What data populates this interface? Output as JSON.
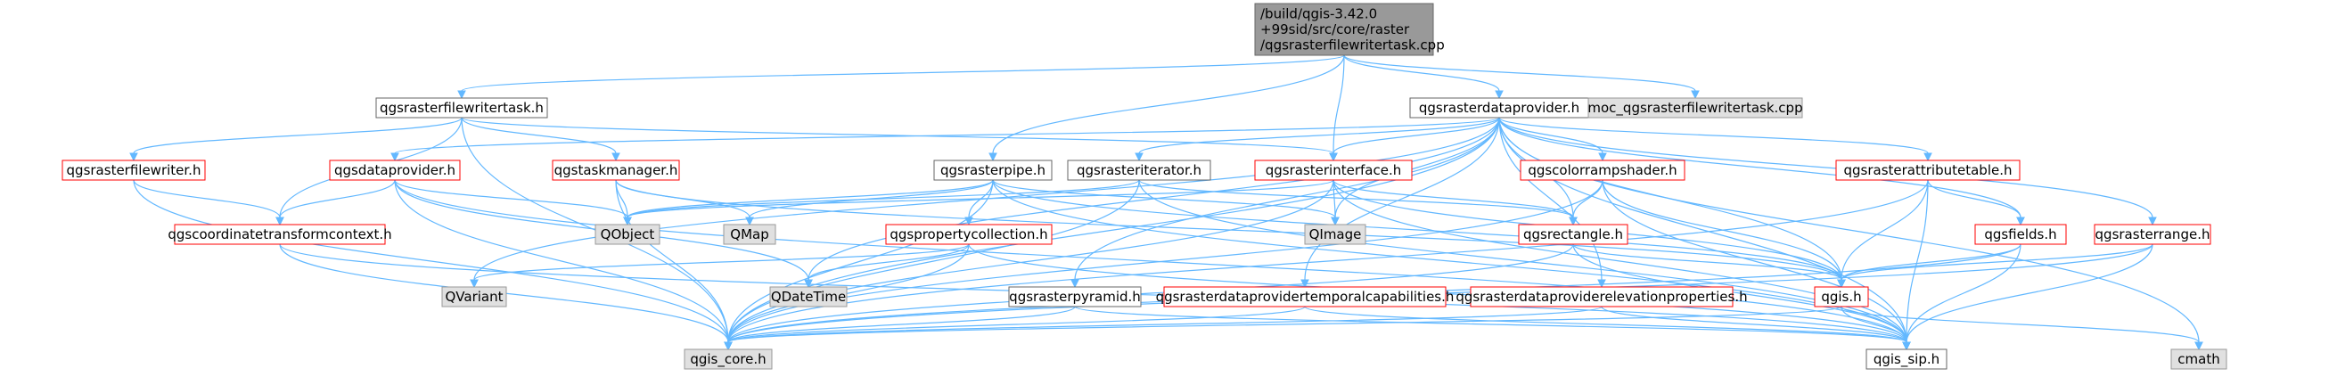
{
  "colors": {
    "edge": "#63b8ff",
    "root_fill": "#999999",
    "root_border": "#666666",
    "documented_fill": "#ffffff",
    "documented_border": "#666666",
    "undocumented_border": "#ff0000",
    "external_fill": "#e0e0e0",
    "external_border": "#999999"
  },
  "nodes": [
    {
      "id": "root",
      "kind": "root",
      "lines": [
        "/build/qgis-3.42.0",
        "+99sid/src/core/raster",
        "/qgsrasterfilewritertask.cpp"
      ]
    },
    {
      "id": "fwtask_h",
      "kind": "doc",
      "lines": [
        "qgsrasterfilewritertask.h"
      ]
    },
    {
      "id": "dp_h",
      "kind": "doc",
      "lines": [
        "qgsrasterdataprovider.h"
      ]
    },
    {
      "id": "moc",
      "kind": "ext",
      "lines": [
        "moc_qgsrasterfilewritertask.cpp"
      ]
    },
    {
      "id": "fw_h",
      "kind": "red",
      "lines": [
        "qgsrasterfilewriter.h"
      ]
    },
    {
      "id": "dataprov_h",
      "kind": "red",
      "lines": [
        "qgsdataprovider.h"
      ]
    },
    {
      "id": "taskmgr_h",
      "kind": "red",
      "lines": [
        "qgstaskmanager.h"
      ]
    },
    {
      "id": "pipe_h",
      "kind": "doc",
      "lines": [
        "qgsrasterpipe.h"
      ]
    },
    {
      "id": "iter_h",
      "kind": "doc",
      "lines": [
        "qgsrasteriterator.h"
      ]
    },
    {
      "id": "iface_h",
      "kind": "red",
      "lines": [
        "qgsrasterinterface.h"
      ]
    },
    {
      "id": "crs_h",
      "kind": "red",
      "lines": [
        "qgscolorrampshader.h"
      ]
    },
    {
      "id": "attr_h",
      "kind": "red",
      "lines": [
        "qgsrasterattributetable.h"
      ]
    },
    {
      "id": "ctc_h",
      "kind": "red",
      "lines": [
        "qgscoordinatetransformcontext.h"
      ]
    },
    {
      "id": "qobject",
      "kind": "ext",
      "lines": [
        "QObject"
      ]
    },
    {
      "id": "qmap",
      "kind": "ext",
      "lines": [
        "QMap"
      ]
    },
    {
      "id": "propcoll_h",
      "kind": "red",
      "lines": [
        "qgspropertycollection.h"
      ]
    },
    {
      "id": "qimage",
      "kind": "ext",
      "lines": [
        "QImage"
      ]
    },
    {
      "id": "rect_h",
      "kind": "red",
      "lines": [
        "qgsrectangle.h"
      ]
    },
    {
      "id": "fields_h",
      "kind": "red",
      "lines": [
        "qgsfields.h"
      ]
    },
    {
      "id": "range_h",
      "kind": "red",
      "lines": [
        "qgsrasterrange.h"
      ]
    },
    {
      "id": "qvariant",
      "kind": "ext",
      "lines": [
        "QVariant"
      ]
    },
    {
      "id": "qdatetime",
      "kind": "ext",
      "lines": [
        "QDateTime"
      ]
    },
    {
      "id": "pyramid_h",
      "kind": "doc",
      "lines": [
        "qgsrasterpyramid.h"
      ]
    },
    {
      "id": "temporal_h",
      "kind": "red",
      "lines": [
        "qgsrasterdataprovidertemporalcapabilities.h"
      ]
    },
    {
      "id": "elev_h",
      "kind": "red",
      "lines": [
        "qgsrasterdataproviderelevationproperties.h"
      ]
    },
    {
      "id": "qgis_h",
      "kind": "red",
      "lines": [
        "qgis.h"
      ]
    },
    {
      "id": "qgis_core_h",
      "kind": "ext",
      "lines": [
        "qgis_core.h"
      ]
    },
    {
      "id": "qgis_sip_h",
      "kind": "doc",
      "lines": [
        "qgis_sip.h"
      ]
    },
    {
      "id": "cmath",
      "kind": "ext",
      "lines": [
        "cmath"
      ]
    }
  ],
  "edges": [
    [
      "root",
      "fwtask_h"
    ],
    [
      "root",
      "dp_h"
    ],
    [
      "root",
      "moc"
    ],
    [
      "root",
      "pipe_h"
    ],
    [
      "root",
      "iface_h"
    ],
    [
      "fwtask_h",
      "fw_h"
    ],
    [
      "fwtask_h",
      "taskmgr_h"
    ],
    [
      "fwtask_h",
      "ctc_h"
    ],
    [
      "fwtask_h",
      "iface_h"
    ],
    [
      "fwtask_h",
      "qgis_core_h"
    ],
    [
      "dp_h",
      "dataprov_h"
    ],
    [
      "dp_h",
      "iter_h"
    ],
    [
      "dp_h",
      "iface_h"
    ],
    [
      "dp_h",
      "crs_h"
    ],
    [
      "dp_h",
      "attr_h"
    ],
    [
      "dp_h",
      "range_h"
    ],
    [
      "dp_h",
      "fields_h"
    ],
    [
      "dp_h",
      "rect_h"
    ],
    [
      "dp_h",
      "qimage"
    ],
    [
      "dp_h",
      "qvariant"
    ],
    [
      "dp_h",
      "qdatetime"
    ],
    [
      "dp_h",
      "pyramid_h"
    ],
    [
      "dp_h",
      "temporal_h"
    ],
    [
      "dp_h",
      "elev_h"
    ],
    [
      "dp_h",
      "qgis_h"
    ],
    [
      "dp_h",
      "qgis_core_h"
    ],
    [
      "dp_h",
      "qgis_sip_h"
    ],
    [
      "dp_h",
      "cmath"
    ],
    [
      "fw_h",
      "ctc_h"
    ],
    [
      "fw_h",
      "qgis_core_h"
    ],
    [
      "dataprov_h",
      "ctc_h"
    ],
    [
      "dataprov_h",
      "qobject"
    ],
    [
      "dataprov_h",
      "qdatetime"
    ],
    [
      "dataprov_h",
      "qgis_core_h"
    ],
    [
      "dataprov_h",
      "qgis_sip_h"
    ],
    [
      "taskmgr_h",
      "qobject"
    ],
    [
      "taskmgr_h",
      "qmap"
    ],
    [
      "taskmgr_h",
      "qgis_core_h"
    ],
    [
      "taskmgr_h",
      "qgis_h"
    ],
    [
      "pipe_h",
      "propcoll_h"
    ],
    [
      "pipe_h",
      "qobject"
    ],
    [
      "pipe_h",
      "qimage"
    ],
    [
      "pipe_h",
      "qgis_core_h"
    ],
    [
      "pipe_h",
      "qgis_sip_h"
    ],
    [
      "pipe_h",
      "qmap"
    ],
    [
      "pipe_h",
      "qgis_h"
    ],
    [
      "iter_h",
      "rect_h"
    ],
    [
      "iter_h",
      "qgis_core_h"
    ],
    [
      "iter_h",
      "qgis_sip_h"
    ],
    [
      "iter_h",
      "qobject"
    ],
    [
      "iface_h",
      "rect_h"
    ],
    [
      "iface_h",
      "qimage"
    ],
    [
      "iface_h",
      "qgis_core_h"
    ],
    [
      "iface_h",
      "qgis_sip_h"
    ],
    [
      "iface_h",
      "qgis_h"
    ],
    [
      "iface_h",
      "qobject"
    ],
    [
      "crs_h",
      "rect_h"
    ],
    [
      "crs_h",
      "qgis_h"
    ],
    [
      "crs_h",
      "qgis_core_h"
    ],
    [
      "crs_h",
      "qgis_sip_h"
    ],
    [
      "attr_h",
      "fields_h"
    ],
    [
      "attr_h",
      "qgis_h"
    ],
    [
      "attr_h",
      "qgis_core_h"
    ],
    [
      "attr_h",
      "qgis_sip_h"
    ],
    [
      "ctc_h",
      "qgis_core_h"
    ],
    [
      "ctc_h",
      "qgis_sip_h"
    ],
    [
      "propcoll_h",
      "qgis_core_h"
    ],
    [
      "propcoll_h",
      "qgis_sip_h"
    ],
    [
      "propcoll_h",
      "qdatetime"
    ],
    [
      "propcoll_h",
      "qvariant"
    ],
    [
      "rect_h",
      "qgis_core_h"
    ],
    [
      "rect_h",
      "qgis_sip_h"
    ],
    [
      "rect_h",
      "qgis_h"
    ],
    [
      "fields_h",
      "qgis_core_h"
    ],
    [
      "fields_h",
      "qgis_sip_h"
    ],
    [
      "fields_h",
      "qgis_h"
    ],
    [
      "range_h",
      "qgis_core_h"
    ],
    [
      "range_h",
      "qgis_sip_h"
    ],
    [
      "range_h",
      "qgis_h"
    ],
    [
      "pyramid_h",
      "qgis_core_h"
    ],
    [
      "pyramid_h",
      "qgis_sip_h"
    ],
    [
      "temporal_h",
      "qgis_core_h"
    ],
    [
      "temporal_h",
      "qgis_sip_h"
    ],
    [
      "elev_h",
      "qgis_core_h"
    ],
    [
      "elev_h",
      "qgis_sip_h"
    ],
    [
      "qgis_h",
      "qgis_core_h"
    ],
    [
      "qgis_h",
      "qgis_sip_h"
    ],
    [
      "qgis_h",
      "cmath"
    ]
  ]
}
